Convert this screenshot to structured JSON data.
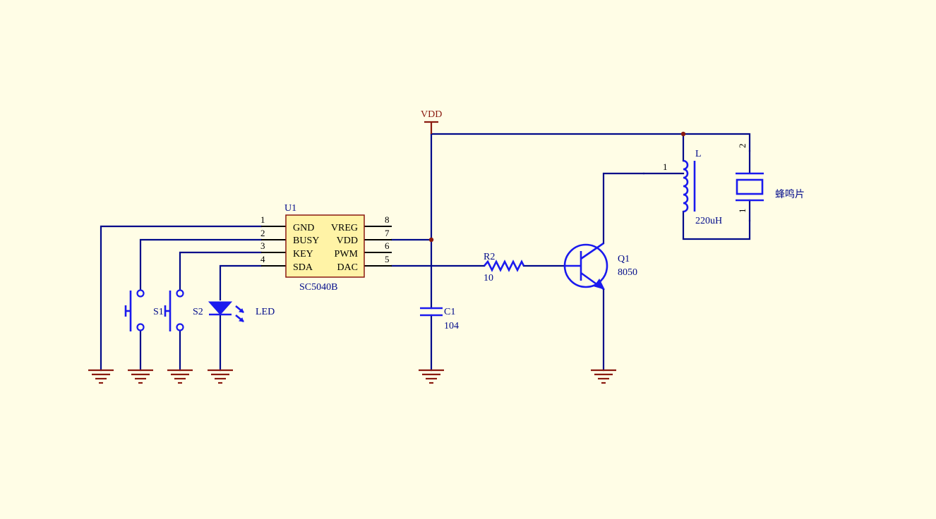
{
  "power": {
    "vdd_label": "VDD"
  },
  "ic": {
    "ref": "U1",
    "part": "SC5040B",
    "left_pins": [
      {
        "num": "1",
        "name": "GND"
      },
      {
        "num": "2",
        "name": "BUSY"
      },
      {
        "num": "3",
        "name": "KEY"
      },
      {
        "num": "4",
        "name": "SDA"
      }
    ],
    "right_pins": [
      {
        "num": "8",
        "name": "VREG"
      },
      {
        "num": "7",
        "name": "VDD"
      },
      {
        "num": "6",
        "name": "PWM"
      },
      {
        "num": "5",
        "name": "DAC"
      }
    ]
  },
  "switches": [
    {
      "ref": "S1"
    },
    {
      "ref": "S2"
    }
  ],
  "led": {
    "label": "LED"
  },
  "capacitor": {
    "ref": "C1",
    "value": "104"
  },
  "resistor": {
    "ref": "R2",
    "value": "10"
  },
  "transistor": {
    "ref": "Q1",
    "part": "8050"
  },
  "inductor": {
    "ref": "L",
    "value": "220uH",
    "pin1": "1"
  },
  "buzzer": {
    "label": "蜂鸣片",
    "pin_top": "2",
    "pin_bottom": "1"
  },
  "colors": {
    "background": "#fffde6",
    "wire": "#000a8a",
    "component": "#1a1aee",
    "power_ground": "#8a1a10",
    "pin": "#000000",
    "ic_body": "#fff3a6",
    "ic_border": "#8a1a10"
  }
}
